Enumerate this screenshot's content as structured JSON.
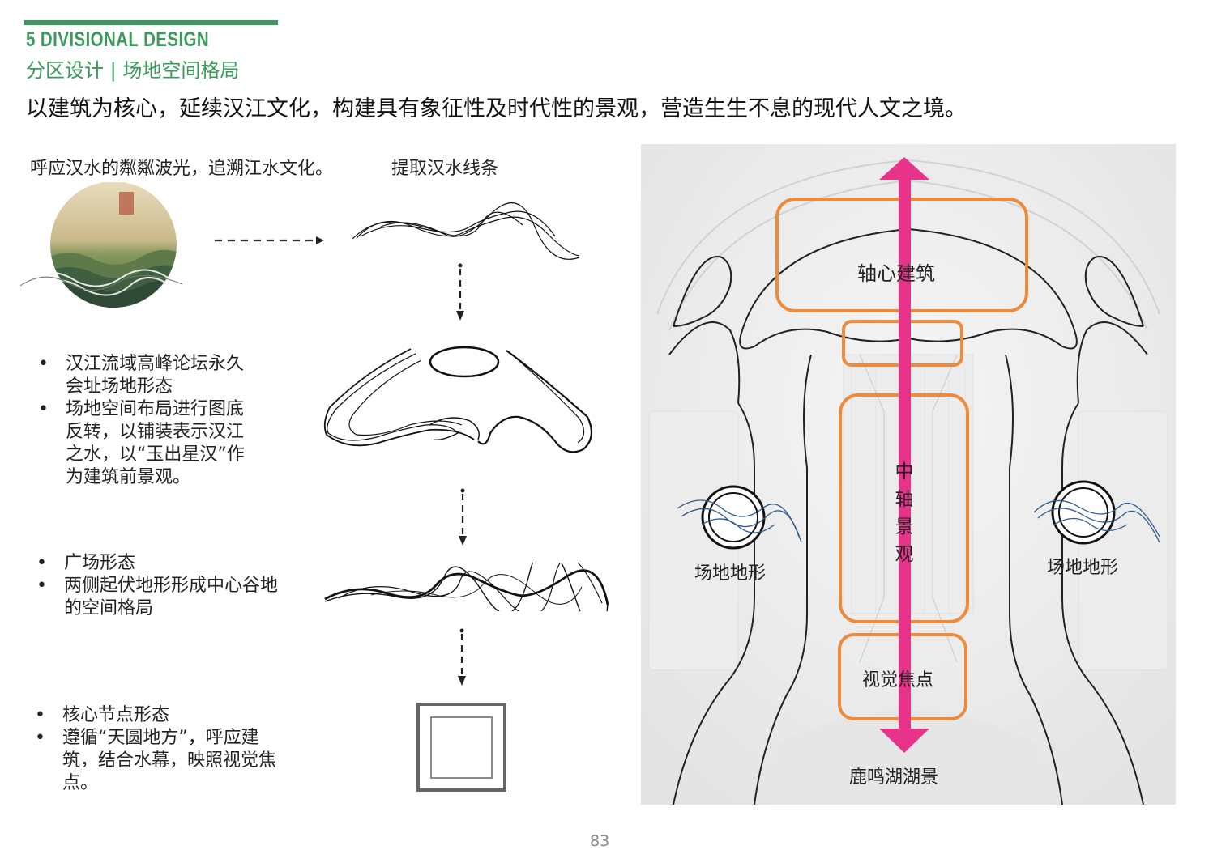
{
  "header": {
    "title": "5 DIVISIONAL DESIGN",
    "subtitle": "分区设计 | 场地空间格局",
    "headline": "以建筑为核心，延续汉江文化，构建具有象征性及时代性的景观，营造生生不息的现代人文之境。"
  },
  "left": {
    "caption_culture": "呼应汉水的粼粼波光，追溯江水文化。",
    "caption_lines": "提取汉水线条",
    "group1": [
      "汉江流域高峰论坛永久会址场地形态",
      "场地空间布局进行图底反转，以铺装表示汉江之水，以“玉出星汉”作为建筑前景观。"
    ],
    "group2": [
      "广场形态",
      "两侧起伏地形形成中心谷地的空间格局"
    ],
    "group3": [
      "核心节点形态",
      "遵循“天圆地方”，呼应建筑，结合水幕，映照视觉焦点。"
    ]
  },
  "map": {
    "label_core": "轴心建筑",
    "label_axis": [
      "中",
      "轴",
      "景",
      "观"
    ],
    "label_focus": "视觉焦点",
    "label_terrain_left": "场地地形",
    "label_terrain_right": "场地地形",
    "label_lake": "鹿鸣湖湖景",
    "colors": {
      "axis": "#e8338a",
      "box": "#ef8a3a",
      "accent": "#3a9a5b"
    }
  },
  "footer": {
    "page_number": "83"
  }
}
